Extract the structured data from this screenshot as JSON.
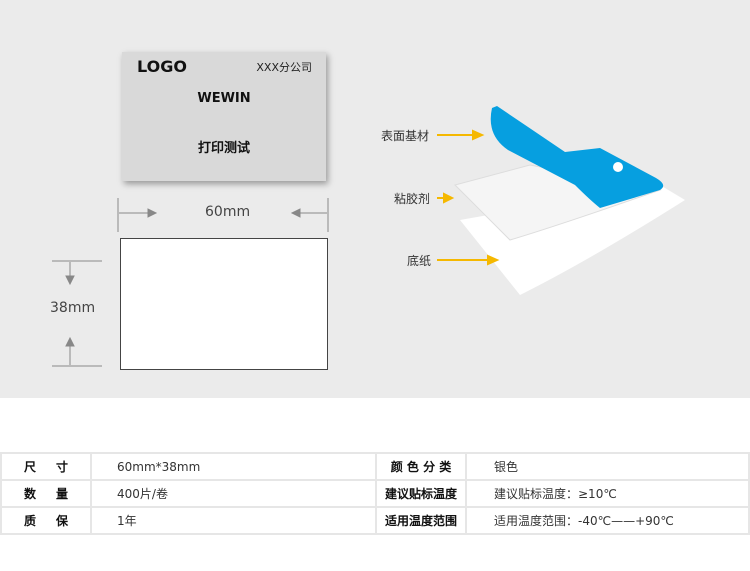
{
  "label_preview": {
    "logo": "LOGO",
    "company": "XXX分公司",
    "brand": "WEWIN",
    "text": "打印测试"
  },
  "dimensions": {
    "width": "60mm",
    "height": "38mm"
  },
  "layers": [
    {
      "label": "表面基材"
    },
    {
      "label": "粘胶剂"
    },
    {
      "label": "底纸"
    }
  ],
  "colors": {
    "background": "#ebebeb",
    "surface_layer": "#069fe0",
    "arrow": "#f5b800"
  },
  "specs": [
    {
      "key1": [
        "尺",
        "寸"
      ],
      "val1": "60mm*38mm",
      "key2": "颜 色 分 类",
      "val2": "银色"
    },
    {
      "key1": [
        "数",
        "量"
      ],
      "val1": "400片/卷",
      "key2": "建议贴标温度",
      "val2": "建议贴标温度：≥10℃"
    },
    {
      "key1": [
        "质",
        "保"
      ],
      "val1": "1年",
      "key2": "适用温度范围",
      "val2": "适用温度范围：-40℃——+90℃"
    }
  ]
}
